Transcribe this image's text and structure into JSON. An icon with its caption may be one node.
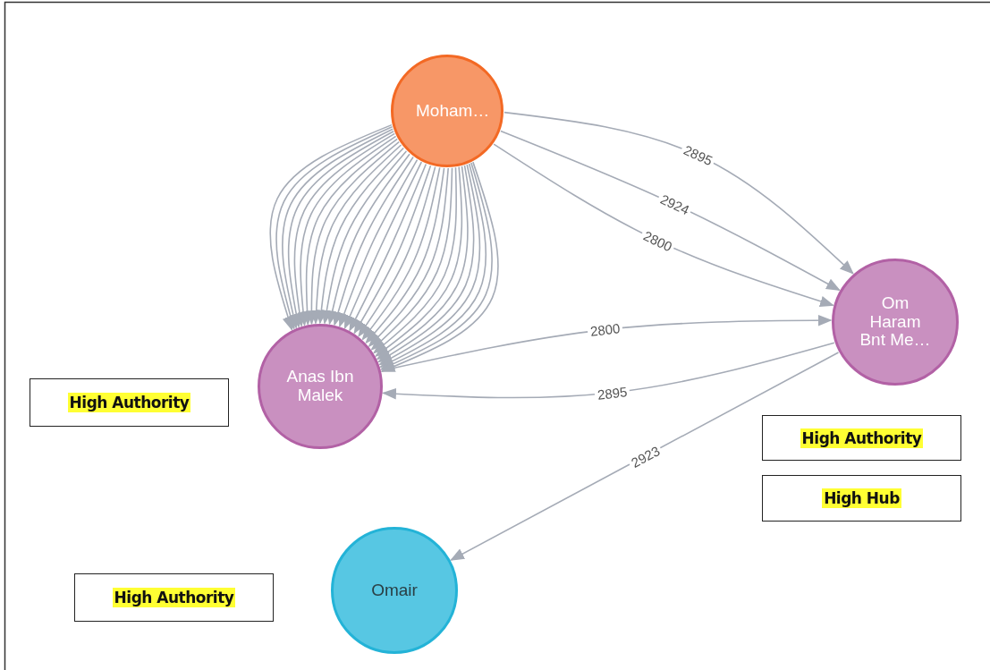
{
  "diagram": {
    "nodes": [
      {
        "text": [
          "Moham…"
        ]
      },
      {
        "text": [
          "Om Haram Bnt Me…"
        ]
      },
      {
        "text": [
          "Anas Ibn Malek"
        ]
      },
      {
        "text": [
          "Omair"
        ]
      },
      {
        "text": [
          "High Authority"
        ]
      },
      {
        "text": [
          "High Authority"
        ]
      },
      {
        "text": [
          "High Hub"
        ]
      },
      {
        "text": [
          "High Authority"
        ]
      }
    ],
    "edges": [
      {
        "from": 0,
        "to": 1,
        "arrow": "to",
        "label": "2895"
      },
      {
        "from": 0,
        "to": 1,
        "arrow": "to",
        "label": "2924"
      },
      {
        "from": 0,
        "to": 1,
        "arrow": "to",
        "label": "2800"
      },
      {
        "from": 2,
        "to": 1,
        "arrow": "to",
        "label": "2800"
      },
      {
        "from": 1,
        "to": 2,
        "arrow": "to",
        "label": "2895"
      },
      {
        "from": 1,
        "to": 3,
        "arrow": "to",
        "label": "2923"
      },
      {
        "from": 0,
        "to": 2,
        "arrow": "to"
      },
      {
        "from": 0,
        "to": 2,
        "arrow": "to"
      },
      {
        "from": 0,
        "to": 2,
        "arrow": "to"
      },
      {
        "from": 0,
        "to": 2,
        "arrow": "to"
      },
      {
        "from": 0,
        "to": 2,
        "arrow": "to"
      },
      {
        "from": 0,
        "to": 2,
        "arrow": "to"
      },
      {
        "from": 0,
        "to": 2,
        "arrow": "to"
      },
      {
        "from": 0,
        "to": 2,
        "arrow": "to"
      },
      {
        "from": 0,
        "to": 2,
        "arrow": "to"
      },
      {
        "from": 0,
        "to": 2,
        "arrow": "to"
      },
      {
        "from": 0,
        "to": 2,
        "arrow": "to"
      },
      {
        "from": 0,
        "to": 2,
        "arrow": "to"
      },
      {
        "from": 0,
        "to": 2,
        "arrow": "to"
      },
      {
        "from": 0,
        "to": 2,
        "arrow": "to"
      },
      {
        "from": 0,
        "to": 2,
        "arrow": "to"
      },
      {
        "from": 0,
        "to": 2,
        "arrow": "to"
      },
      {
        "from": 0,
        "to": 2,
        "arrow": "to"
      },
      {
        "from": 0,
        "to": 2,
        "arrow": "to"
      },
      {
        "from": 0,
        "to": 2,
        "arrow": "to"
      },
      {
        "from": 0,
        "to": 2,
        "arrow": "to"
      },
      {
        "from": 0,
        "to": 2,
        "arrow": "to"
      },
      {
        "from": 0,
        "to": 2,
        "arrow": "to"
      },
      {
        "from": 0,
        "to": 2,
        "arrow": "to"
      },
      {
        "from": 0,
        "to": 2,
        "arrow": "to"
      },
      {
        "from": 0,
        "to": 2,
        "arrow": "to"
      },
      {
        "from": 0,
        "to": 2,
        "arrow": "to"
      },
      {
        "from": 0,
        "to": 2,
        "arrow": "to"
      },
      {
        "from": 0,
        "to": 2,
        "arrow": "to"
      },
      {
        "from": 0,
        "to": 2,
        "arrow": "to"
      },
      {
        "from": 0,
        "to": 2,
        "arrow": "to"
      }
    ]
  }
}
